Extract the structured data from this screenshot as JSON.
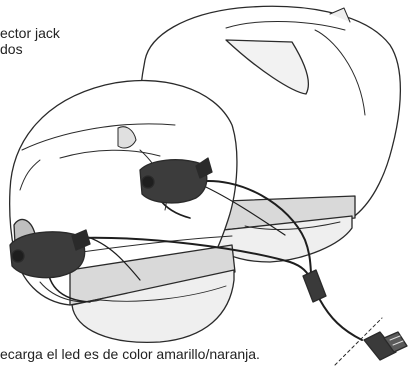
{
  "captions": {
    "top_line1": "ector jack",
    "top_line2": "dos",
    "bottom": "ecarga el led es de color amarillo/naranja."
  }
}
